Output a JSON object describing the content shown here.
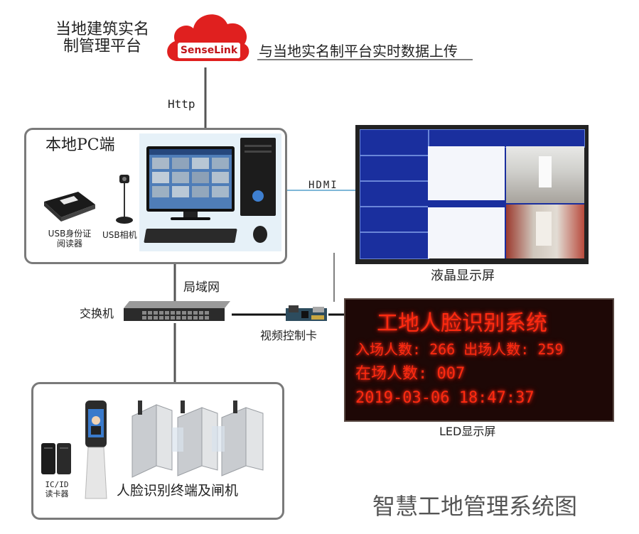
{
  "platform": {
    "label_line1": "当地建筑实名",
    "label_line2": "制管理平台",
    "cloud_text": "SenseLink",
    "upload_text": "与当地实名制平台实时数据上传",
    "link_protocol": "Http"
  },
  "pc": {
    "title": "本地PC端",
    "reader_label_line1": "USB身份证",
    "reader_label_line2": "阅读器",
    "camera_label": "USB相机"
  },
  "hdmi_label": "HDMI",
  "lcd": {
    "label": "液晶显示屏"
  },
  "network": {
    "lan_label": "局域网",
    "switch_label": "交换机",
    "video_card_label": "视频控制卡"
  },
  "led": {
    "line1": "工地人脸识别系统",
    "line2": "入场人数: 266 出场人数: 259",
    "line3": "在场人数: 007",
    "line4": "2019-03-06 18:47:37",
    "label": "LED显示屏"
  },
  "terminal": {
    "card_reader_line1": "IC/ID",
    "card_reader_line2": "读卡器",
    "face_gate_label": "人脸识别终端及闸机"
  },
  "diagram_title": "智慧工地管理系统图",
  "colors": {
    "cloud_red": "#e0201f",
    "frame_gray": "#7a7a7a",
    "led_red": "#ff2a10",
    "screen_blue": "#1a2f9e"
  }
}
